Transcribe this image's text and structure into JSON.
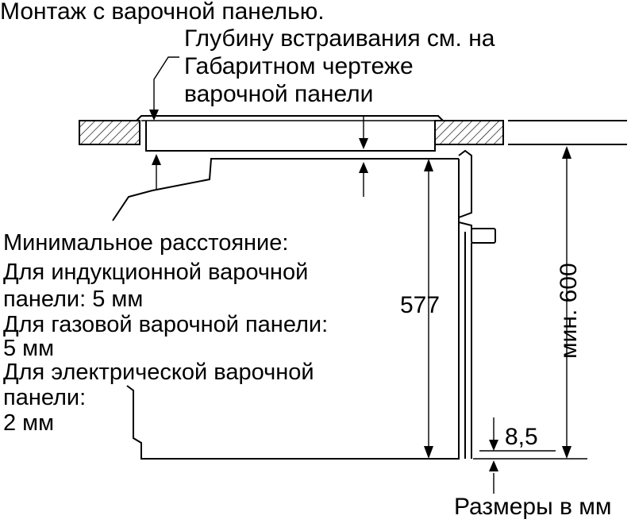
{
  "title": "Монтаж с варочной панелью.",
  "depth_note": [
    "Глубину встраивания см. на",
    "Габаритном чертеже",
    "варочной панели"
  ],
  "min_distance": [
    "Минимальное расстояние:",
    "Для индукционной варочной",
    "панели: 5 мм",
    "Для газовой варочной панели:",
    "5 мм",
    "Для электрической варочной",
    "панели:",
    "2 мм"
  ],
  "dim_577": "577",
  "dim_600": "мин. 600",
  "dim_8_5": "8,5",
  "units_note": "Размеры в мм"
}
